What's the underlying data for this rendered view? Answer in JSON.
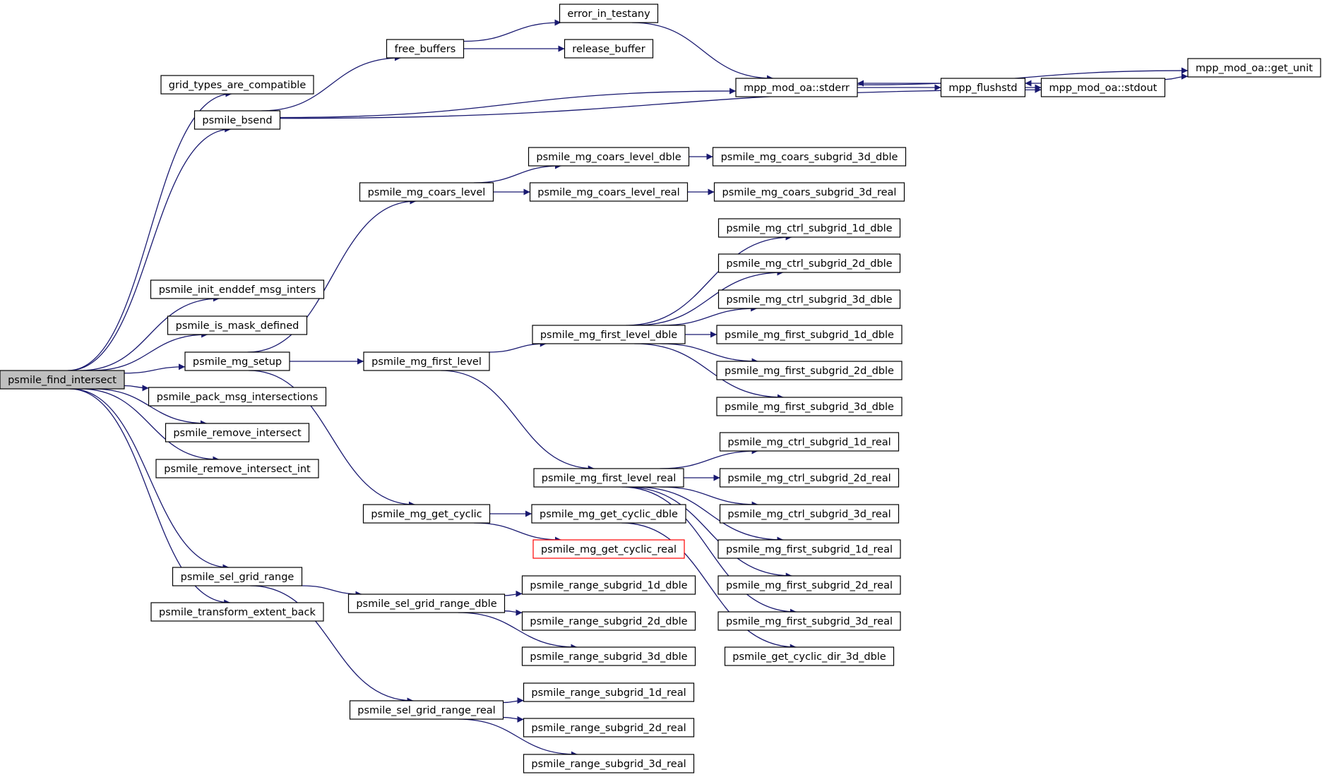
{
  "colors": {
    "edge": "#191970",
    "root_fill": "#bfbfbf",
    "highlight_border": "#ff0000"
  },
  "nodes": [
    {
      "id": "find",
      "label": "psmile_find_intersect",
      "root": true
    },
    {
      "id": "gtc",
      "label": "grid_types_are_compatible"
    },
    {
      "id": "bsend",
      "label": "psmile_bsend"
    },
    {
      "id": "init",
      "label": "psmile_init_enddef_msg_inters"
    },
    {
      "id": "mask",
      "label": "psmile_is_mask_defined"
    },
    {
      "id": "mgsetup",
      "label": "psmile_mg_setup"
    },
    {
      "id": "pack",
      "label": "psmile_pack_msg_intersections"
    },
    {
      "id": "rem",
      "label": "psmile_remove_intersect"
    },
    {
      "id": "remint",
      "label": "psmile_remove_intersect_int"
    },
    {
      "id": "selgrid",
      "label": "psmile_sel_grid_range"
    },
    {
      "id": "transf",
      "label": "psmile_transform_extent_back"
    },
    {
      "id": "freebuf",
      "label": "free_buffers"
    },
    {
      "id": "errtest",
      "label": "error_in_testany"
    },
    {
      "id": "relbuf",
      "label": "release_buffer"
    },
    {
      "id": "stderr",
      "label": "mpp_mod_oa::stderr"
    },
    {
      "id": "flush",
      "label": "mpp_flushstd"
    },
    {
      "id": "stdout",
      "label": "mpp_mod_oa::stdout"
    },
    {
      "id": "getunit",
      "label": "mpp_mod_oa::get_unit"
    },
    {
      "id": "coars",
      "label": "psmile_mg_coars_level"
    },
    {
      "id": "coarsd",
      "label": "psmile_mg_coars_level_dble"
    },
    {
      "id": "coarsr",
      "label": "psmile_mg_coars_level_real"
    },
    {
      "id": "coarsd3",
      "label": "psmile_mg_coars_subgrid_3d_dble"
    },
    {
      "id": "coarsr3",
      "label": "psmile_mg_coars_subgrid_3d_real"
    },
    {
      "id": "first",
      "label": "psmile_mg_first_level"
    },
    {
      "id": "firstd",
      "label": "psmile_mg_first_level_dble"
    },
    {
      "id": "firstr",
      "label": "psmile_mg_first_level_real"
    },
    {
      "id": "ctrl1d",
      "label": "psmile_mg_ctrl_subgrid_1d_dble"
    },
    {
      "id": "ctrl2d",
      "label": "psmile_mg_ctrl_subgrid_2d_dble"
    },
    {
      "id": "ctrl3d",
      "label": "psmile_mg_ctrl_subgrid_3d_dble"
    },
    {
      "id": "fs1d",
      "label": "psmile_mg_first_subgrid_1d_dble"
    },
    {
      "id": "fs2d",
      "label": "psmile_mg_first_subgrid_2d_dble"
    },
    {
      "id": "fs3d",
      "label": "psmile_mg_first_subgrid_3d_dble"
    },
    {
      "id": "ctrl1r",
      "label": "psmile_mg_ctrl_subgrid_1d_real"
    },
    {
      "id": "ctrl2r",
      "label": "psmile_mg_ctrl_subgrid_2d_real"
    },
    {
      "id": "ctrl3r",
      "label": "psmile_mg_ctrl_subgrid_3d_real"
    },
    {
      "id": "fs1r",
      "label": "psmile_mg_first_subgrid_1d_real"
    },
    {
      "id": "fs2r",
      "label": "psmile_mg_first_subgrid_2d_real"
    },
    {
      "id": "fs3r",
      "label": "psmile_mg_first_subgrid_3d_real"
    },
    {
      "id": "cyclic",
      "label": "psmile_mg_get_cyclic"
    },
    {
      "id": "cyclicd",
      "label": "psmile_mg_get_cyclic_dble"
    },
    {
      "id": "cyclicr",
      "label": "psmile_mg_get_cyclic_real",
      "highlight": true
    },
    {
      "id": "cycdir",
      "label": "psmile_get_cyclic_dir_3d_dble"
    },
    {
      "id": "selgridd",
      "label": "psmile_sel_grid_range_dble"
    },
    {
      "id": "selgridr",
      "label": "psmile_sel_grid_range_real"
    },
    {
      "id": "rs1d",
      "label": "psmile_range_subgrid_1d_dble"
    },
    {
      "id": "rs2d",
      "label": "psmile_range_subgrid_2d_dble"
    },
    {
      "id": "rs3d",
      "label": "psmile_range_subgrid_3d_dble"
    },
    {
      "id": "rs1r",
      "label": "psmile_range_subgrid_1d_real"
    },
    {
      "id": "rs2r",
      "label": "psmile_range_subgrid_2d_real"
    },
    {
      "id": "rs3r",
      "label": "psmile_range_subgrid_3d_real"
    }
  ],
  "edges": [
    [
      "find",
      "gtc"
    ],
    [
      "find",
      "bsend"
    ],
    [
      "find",
      "init"
    ],
    [
      "find",
      "mask"
    ],
    [
      "find",
      "mgsetup"
    ],
    [
      "find",
      "pack"
    ],
    [
      "find",
      "rem"
    ],
    [
      "find",
      "remint"
    ],
    [
      "find",
      "selgrid"
    ],
    [
      "find",
      "transf"
    ],
    [
      "bsend",
      "freebuf"
    ],
    [
      "bsend",
      "stderr"
    ],
    [
      "bsend",
      "stdout"
    ],
    [
      "freebuf",
      "errtest"
    ],
    [
      "freebuf",
      "relbuf"
    ],
    [
      "errtest",
      "stderr"
    ],
    [
      "stderr",
      "flush"
    ],
    [
      "stderr",
      "getunit"
    ],
    [
      "flush",
      "stderr"
    ],
    [
      "flush",
      "stdout"
    ],
    [
      "stdout",
      "flush"
    ],
    [
      "stdout",
      "getunit"
    ],
    [
      "mgsetup",
      "coars"
    ],
    [
      "mgsetup",
      "first"
    ],
    [
      "mgsetup",
      "cyclic"
    ],
    [
      "coars",
      "coarsd"
    ],
    [
      "coars",
      "coarsr"
    ],
    [
      "coarsd",
      "coarsd3"
    ],
    [
      "coarsr",
      "coarsr3"
    ],
    [
      "first",
      "firstd"
    ],
    [
      "first",
      "firstr"
    ],
    [
      "firstd",
      "ctrl1d"
    ],
    [
      "firstd",
      "ctrl2d"
    ],
    [
      "firstd",
      "ctrl3d"
    ],
    [
      "firstd",
      "fs1d"
    ],
    [
      "firstd",
      "fs2d"
    ],
    [
      "firstd",
      "fs3d"
    ],
    [
      "firstr",
      "ctrl1r"
    ],
    [
      "firstr",
      "ctrl2r"
    ],
    [
      "firstr",
      "ctrl3r"
    ],
    [
      "firstr",
      "fs1r"
    ],
    [
      "firstr",
      "fs2r"
    ],
    [
      "firstr",
      "fs3r"
    ],
    [
      "cyclic",
      "cyclicd"
    ],
    [
      "cyclic",
      "cyclicr"
    ],
    [
      "cyclicd",
      "cycdir"
    ],
    [
      "selgrid",
      "selgridd"
    ],
    [
      "selgrid",
      "selgridr"
    ],
    [
      "selgridd",
      "rs1d"
    ],
    [
      "selgridd",
      "rs2d"
    ],
    [
      "selgridd",
      "rs3d"
    ],
    [
      "selgridr",
      "rs1r"
    ],
    [
      "selgridr",
      "rs2r"
    ],
    [
      "selgridr",
      "rs3r"
    ]
  ]
}
